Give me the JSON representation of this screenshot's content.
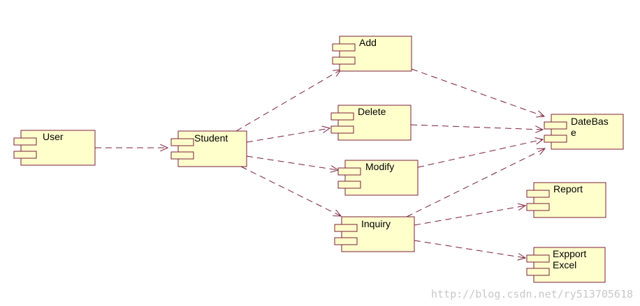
{
  "colors": {
    "component_fill": "#ffffcc",
    "component_stroke": "#7a1f3a",
    "arrow_stroke": "#7a1f3a"
  },
  "components": {
    "user": "User",
    "student": "Student",
    "add": "Add",
    "delete": "Delete",
    "modify": "Modify",
    "inquiry": "Inquiry",
    "database": "DateBas\ne",
    "report": "Report",
    "export_excel": "Expport\nExcel"
  },
  "dependencies": [
    {
      "from": "user",
      "to": "student"
    },
    {
      "from": "student",
      "to": "add"
    },
    {
      "from": "student",
      "to": "delete"
    },
    {
      "from": "student",
      "to": "modify"
    },
    {
      "from": "student",
      "to": "inquiry"
    },
    {
      "from": "add",
      "to": "database"
    },
    {
      "from": "delete",
      "to": "database"
    },
    {
      "from": "modify",
      "to": "database"
    },
    {
      "from": "inquiry",
      "to": "database"
    },
    {
      "from": "inquiry",
      "to": "report"
    },
    {
      "from": "inquiry",
      "to": "export_excel"
    }
  ],
  "watermark": "http://blog.csdn.net/ry513705618"
}
